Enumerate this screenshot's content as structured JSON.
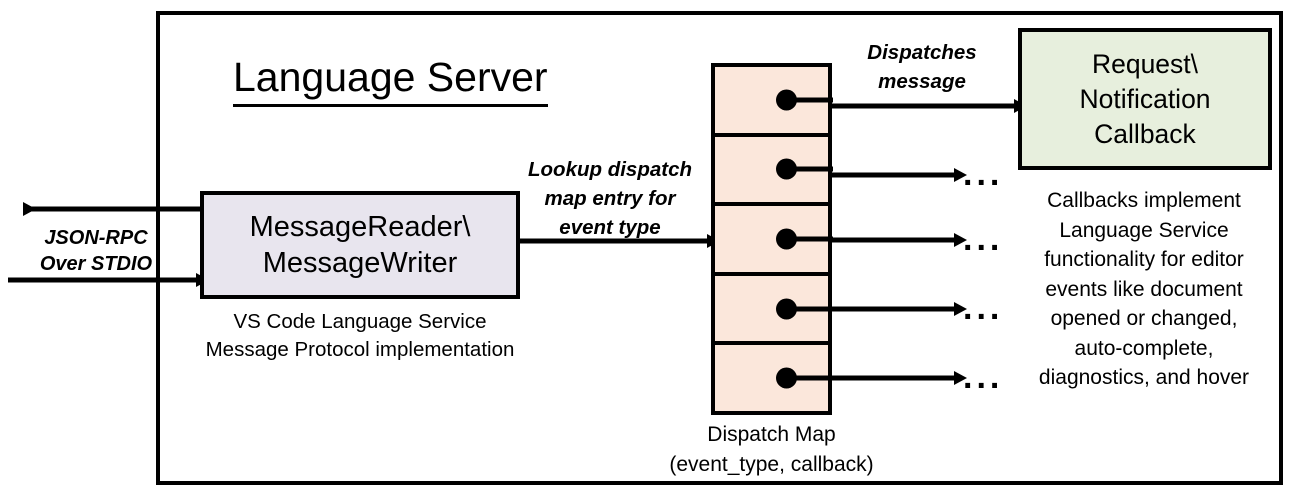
{
  "diagram": {
    "title": "Language Server",
    "boundary_name": "Language Server container"
  },
  "external_channel": {
    "label_line1": "JSON-RPC",
    "label_line2": "Over STDIO",
    "outbound_arrow": "arrow-left-out",
    "inbound_arrow": "arrow-right-in"
  },
  "message_component": {
    "line1": "MessageReader\\",
    "line2": "MessageWriter",
    "caption_line1": "VS Code Language Service",
    "caption_line2": "Message Protocol implementation",
    "fill": "#e8e5ee"
  },
  "lookup_edge": {
    "label_line1": "Lookup dispatch",
    "label_line2": "map entry for",
    "label_line3": "event type"
  },
  "dispatch_map": {
    "caption_line1": "Dispatch Map",
    "caption_line2": "(event_type, callback)",
    "fill": "#fbe7db",
    "rows": [
      {
        "index": 1,
        "dot": "entry-dot",
        "target": "callback-box"
      },
      {
        "index": 2,
        "dot": "entry-dot",
        "target": "ellipsis"
      },
      {
        "index": 3,
        "dot": "entry-dot",
        "target": "ellipsis"
      },
      {
        "index": 4,
        "dot": "entry-dot",
        "target": "ellipsis"
      },
      {
        "index": 5,
        "dot": "entry-dot",
        "target": "ellipsis"
      }
    ],
    "ellipsis_glyph": "..."
  },
  "dispatch_edge": {
    "label_line1": "Dispatches",
    "label_line2": "message"
  },
  "callback_component": {
    "line1": "Request\\",
    "line2": "Notification",
    "line3": "Callback",
    "fill": "#e7efdd",
    "caption_line1": "Callbacks implement",
    "caption_line2": "Language Service",
    "caption_line3": "functionality for editor",
    "caption_line4": "events like document",
    "caption_line5": "opened or changed,",
    "caption_line6": "auto-complete,",
    "caption_line7": "diagnostics, and hover"
  }
}
